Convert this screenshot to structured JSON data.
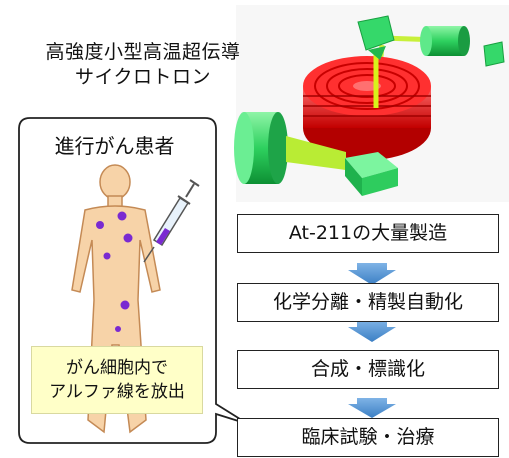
{
  "machine": {
    "title_line1": "高強度小型高温超伝導",
    "title_line2": "サイクロトロン"
  },
  "patient": {
    "label": "進行がん患者",
    "note_line1": "がん細胞内で",
    "note_line2": "アルファ線を放出"
  },
  "flow": {
    "steps": [
      "At-211の大量製造",
      "化学分離・精製自動化",
      "合成・標識化",
      "臨床試験・治療"
    ]
  },
  "colors": {
    "magnet_red": "#ff1a1a",
    "component_green": "#33e066",
    "beam_yellow": "#d9f21a",
    "arrow_blue": "#5b9bd5",
    "skin": "#f7d3a8",
    "tumor_purple": "#7a2ad1",
    "note_bg": "#ffffc8"
  }
}
